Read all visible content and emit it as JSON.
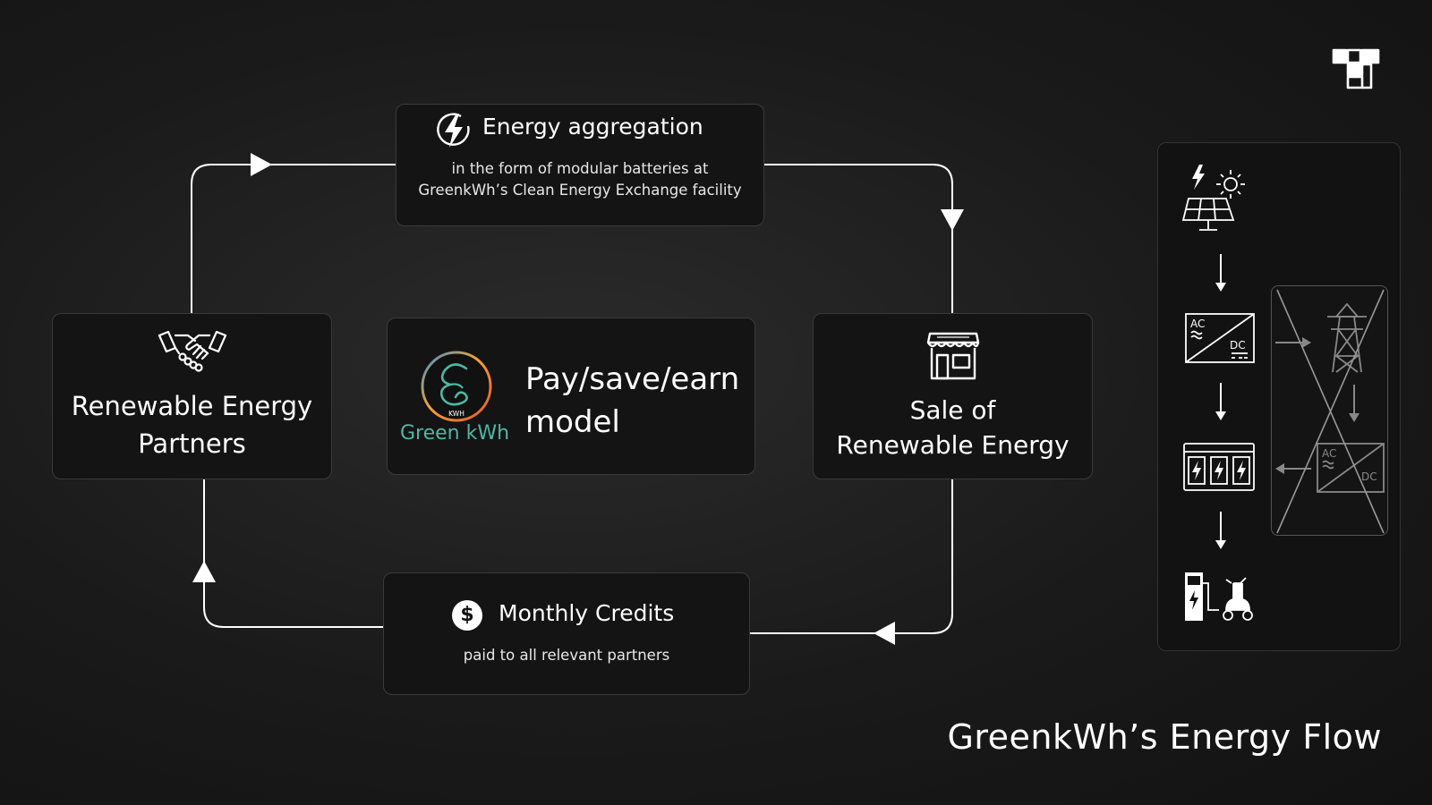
{
  "page_title": "GreenkWh’s Energy Flow",
  "brand_logo_icon": "t-block-logo",
  "nodes": {
    "aggregation": {
      "icon": "lightning-bolt-icon",
      "title": "Energy aggregation",
      "desc_line1": "in the form of modular batteries at",
      "desc_line2": "GreenkWh’s Clean Energy Exchange facility"
    },
    "partners": {
      "icon": "handshake-icon",
      "label_line1": "Renewable Energy",
      "label_line2": "Partners"
    },
    "model": {
      "logo_badge": "KWH",
      "logo_text": "Green kWh",
      "label_line1": "Pay/save/earn",
      "label_line2": "model"
    },
    "sale": {
      "icon": "storefront-icon",
      "label_line1": "Sale of",
      "label_line2": "Renewable Energy"
    },
    "credits": {
      "icon": "dollar-icon",
      "icon_glyph": "$",
      "title": "Monthly Credits",
      "desc": "paid to all relevant partners"
    }
  },
  "side_panel": {
    "steps": [
      "solar-panel-icon",
      "ac-dc-inverter-icon",
      "battery-pack-icon",
      "ev-charging-scooter-icon"
    ],
    "converter_labels": {
      "ac": "AC",
      "dc": "DC"
    },
    "crossed_out": [
      "power-tower-icon",
      "ac-dc-inverter-icon"
    ]
  },
  "colors": {
    "background": "#1c1c1c",
    "box_bg": "#141414",
    "box_border": "#3a3a3a",
    "logo_green": "#4fb7a2",
    "logo_ring_orange": "#e8842b",
    "logo_ring_blue": "#2a7fc4"
  }
}
